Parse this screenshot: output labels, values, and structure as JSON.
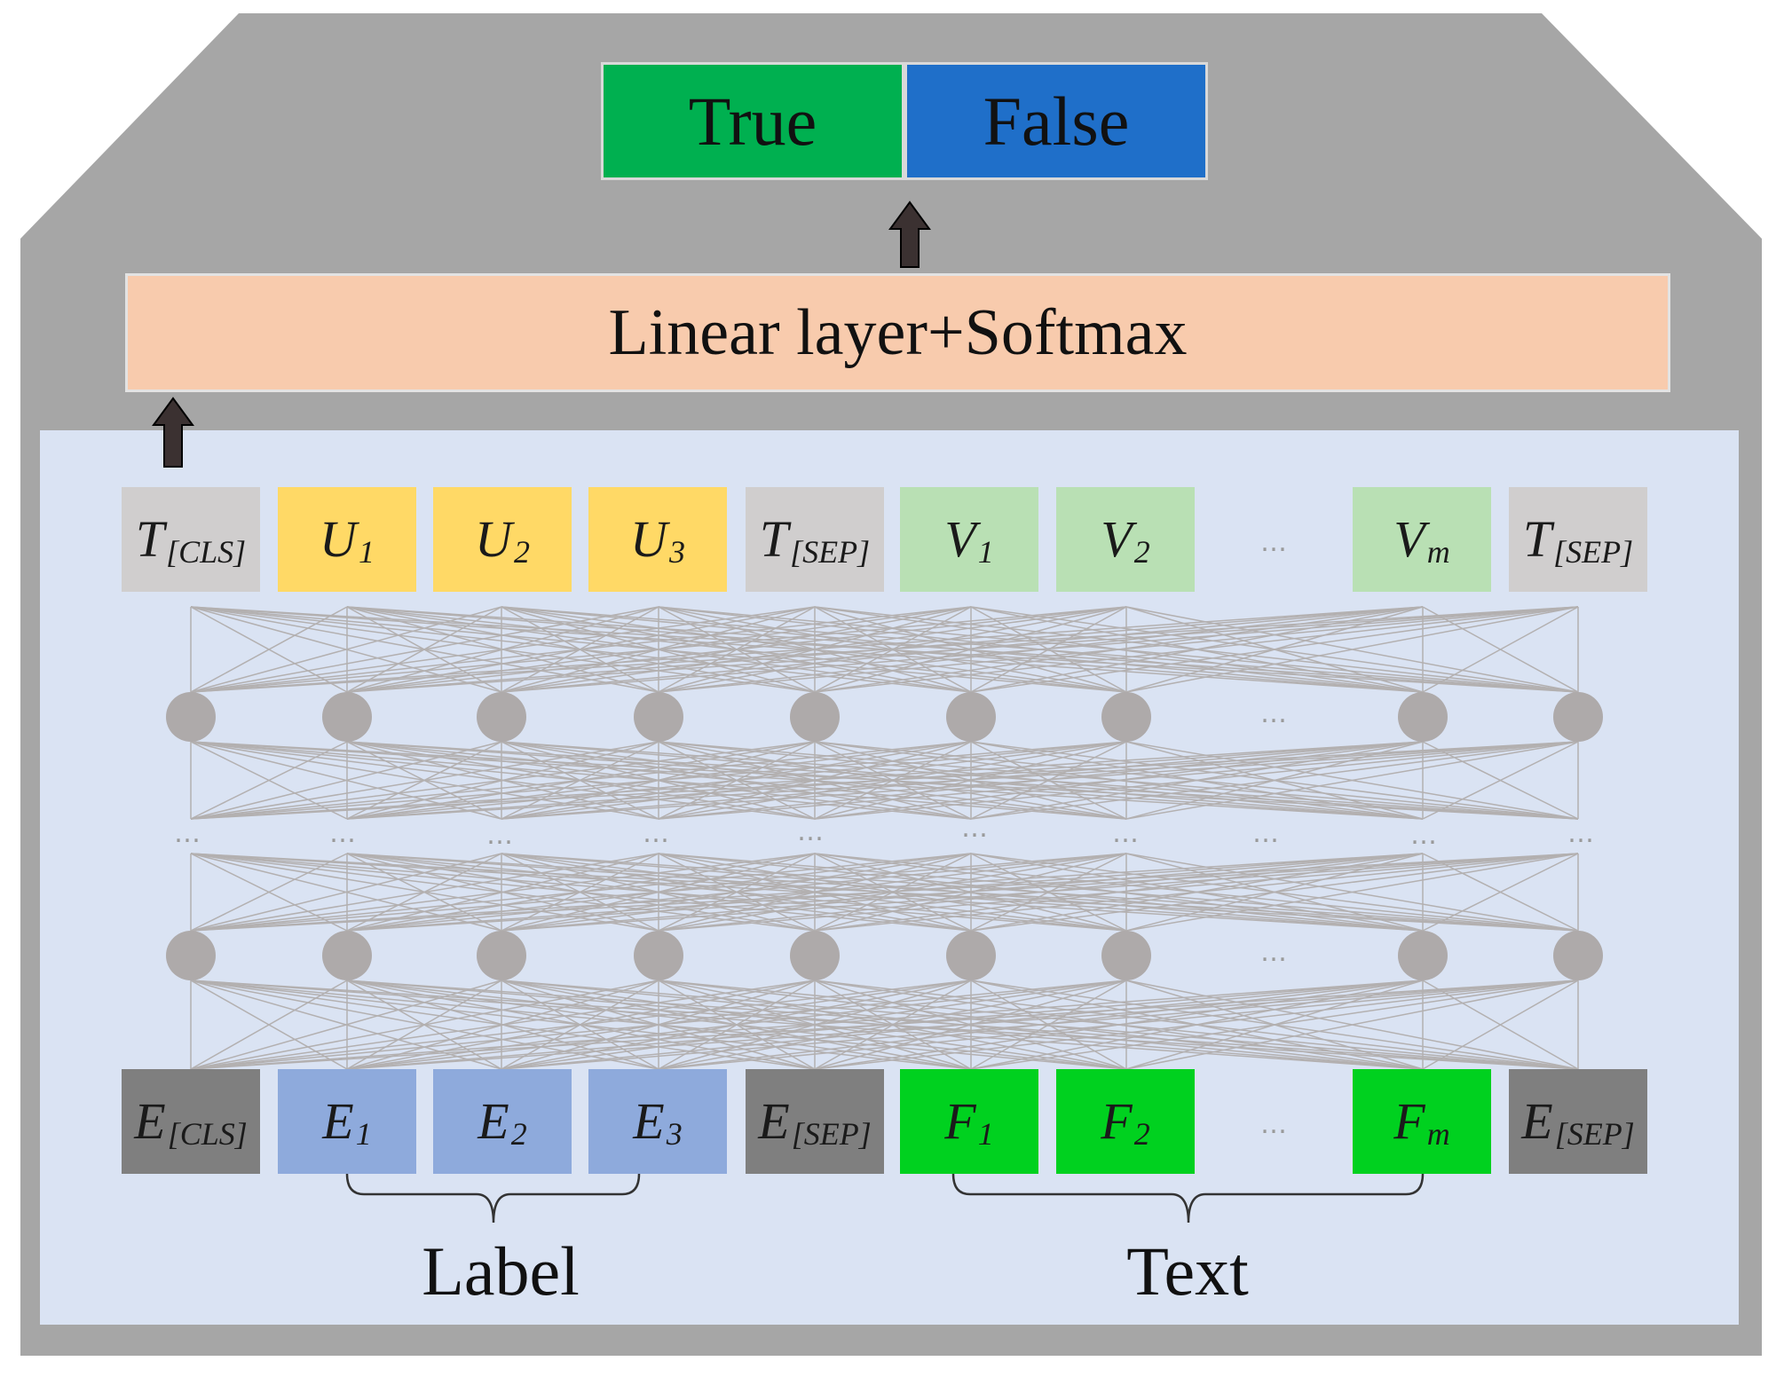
{
  "output": {
    "true_label": "True",
    "false_label": "False",
    "true_color": "#00b050",
    "false_color": "#1f6fc9"
  },
  "classifier": {
    "label": "Linear layer+Softmax",
    "color": "#f8cbad"
  },
  "top_tokens": [
    {
      "base": "T",
      "sub": "[CLS]",
      "color": "#d0cece"
    },
    {
      "base": "U",
      "sub": "1",
      "color": "#ffd966"
    },
    {
      "base": "U",
      "sub": "2",
      "color": "#ffd966"
    },
    {
      "base": "U",
      "sub": "3",
      "color": "#ffd966"
    },
    {
      "base": "T",
      "sub": "[SEP]",
      "color": "#d0cece"
    },
    {
      "base": "V",
      "sub": "1",
      "color": "#b9e0b4"
    },
    {
      "base": "V",
      "sub": "2",
      "color": "#b9e0b4"
    },
    {
      "base": "V",
      "sub": "m",
      "color": "#b9e0b4"
    },
    {
      "base": "T",
      "sub": "[SEP]",
      "color": "#d0cece"
    }
  ],
  "bottom_tokens": [
    {
      "base": "E",
      "sub": "[CLS]",
      "color": "#7f7f7f"
    },
    {
      "base": "E",
      "sub": "1",
      "color": "#8eaadc"
    },
    {
      "base": "E",
      "sub": "2",
      "color": "#8eaadc"
    },
    {
      "base": "E",
      "sub": "3",
      "color": "#8eaadc"
    },
    {
      "base": "E",
      "sub": "[SEP]",
      "color": "#7f7f7f"
    },
    {
      "base": "F",
      "sub": "1",
      "color": "#00d11f"
    },
    {
      "base": "F",
      "sub": "2",
      "color": "#00d11f"
    },
    {
      "base": "F",
      "sub": "m",
      "color": "#00d11f"
    },
    {
      "base": "E",
      "sub": "[SEP]",
      "color": "#7f7f7f"
    }
  ],
  "ellipsis": "…",
  "groups": {
    "label": "Label",
    "text": "Text"
  },
  "colors": {
    "frame": "#a6a6a6",
    "panel": "#dae3f3",
    "node": "#aeaaaa",
    "line": "#b3b0b0",
    "arrow": "#3b3131"
  }
}
